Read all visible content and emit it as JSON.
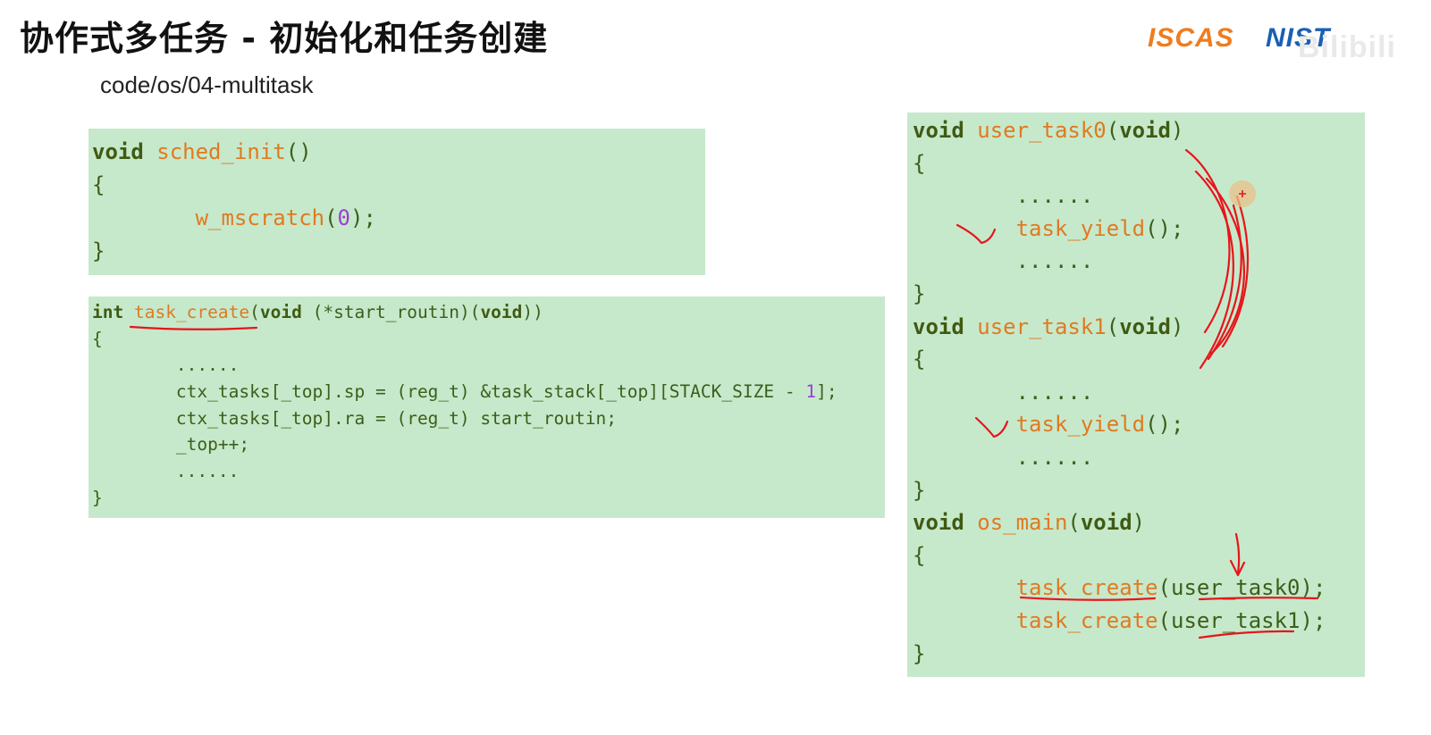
{
  "header": {
    "title": "协作式多任务 - 初始化和任务创建",
    "path": "code/os/04-multitask"
  },
  "logos": {
    "iscas": "ISCAS",
    "nist": "NIST",
    "watermark": "Bilibili"
  },
  "colors": {
    "code_background": "#c6e9cb",
    "keyword": "#3f5a12",
    "function": "#e07a22",
    "number": "#9b3fd0",
    "annotation": "#e8141b"
  },
  "sched_init": {
    "l1": {
      "kw": "void",
      "fn": "sched_init",
      "rest": "()"
    },
    "l2": "{",
    "l3": {
      "fn": "w_mscratch",
      "open": "(",
      "num": "0",
      "close": ");"
    },
    "l4": "}"
  },
  "task_create": {
    "l1": {
      "kw_int": "int",
      "fn": "task_create",
      "p1": "(",
      "kw_void1": "void",
      "p2": " (*start_routin)(",
      "kw_void2": "void",
      "p3": "))"
    },
    "l2": "{",
    "l3": "......",
    "l4": {
      "text": "ctx_tasks[_top].sp = (reg_t) &task_stack[_top][STACK_SIZE - ",
      "num": "1",
      "close": "];"
    },
    "l5": "ctx_tasks[_top].ra = (reg_t) start_routin;",
    "l6": "_top++;",
    "l7": "......",
    "l8": "}"
  },
  "user_tasks": {
    "t0_sig": {
      "kw": "void",
      "fn": "user_task0",
      "p1": "(",
      "kw2": "void",
      "p2": ")"
    },
    "t0_open": "{",
    "t0_dots1": "......",
    "t0_yield": {
      "fn": "task_yield",
      "rest": "();"
    },
    "t0_dots2": "......",
    "t0_close": "}",
    "t1_sig": {
      "kw": "void",
      "fn": "user_task1",
      "p1": "(",
      "kw2": "void",
      "p2": ")"
    },
    "t1_open": "{",
    "t1_dots1": "......",
    "t1_yield": {
      "fn": "task_yield",
      "rest": "();"
    },
    "t1_dots2": "......",
    "t1_close": "}",
    "main_sig": {
      "kw": "void",
      "fn": "os_main",
      "p1": "(",
      "kw2": "void",
      "p2": ")"
    },
    "main_open": "{",
    "create0": {
      "fn": "task_create",
      "rest": "(user_task0);"
    },
    "create1": {
      "fn": "task_create",
      "rest": "(user_task1);"
    },
    "main_close": "}"
  },
  "annotation_icons": [
    "checkmark-icon",
    "curved-arrow-icon",
    "down-arrow-icon",
    "underline-mark-icon",
    "cursor-plus-icon"
  ]
}
